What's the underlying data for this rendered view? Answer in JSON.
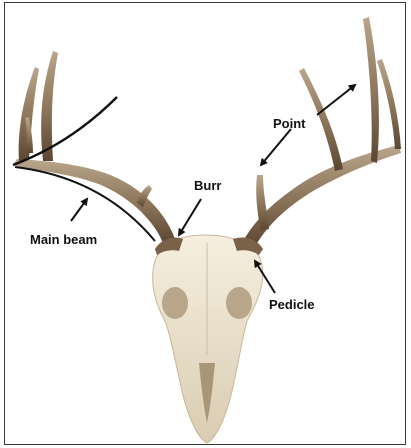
{
  "labels": {
    "main_beam": "Main beam",
    "burr": "Burr",
    "point": "Point",
    "pedicle": "Pedicle"
  },
  "colors": {
    "antler_dark": "#5b4633",
    "antler_mid": "#8a7358",
    "antler_light": "#b9a68c",
    "skull": "#efe6d2",
    "skull_shadow": "#c7b79a",
    "arrow": "#111111"
  }
}
